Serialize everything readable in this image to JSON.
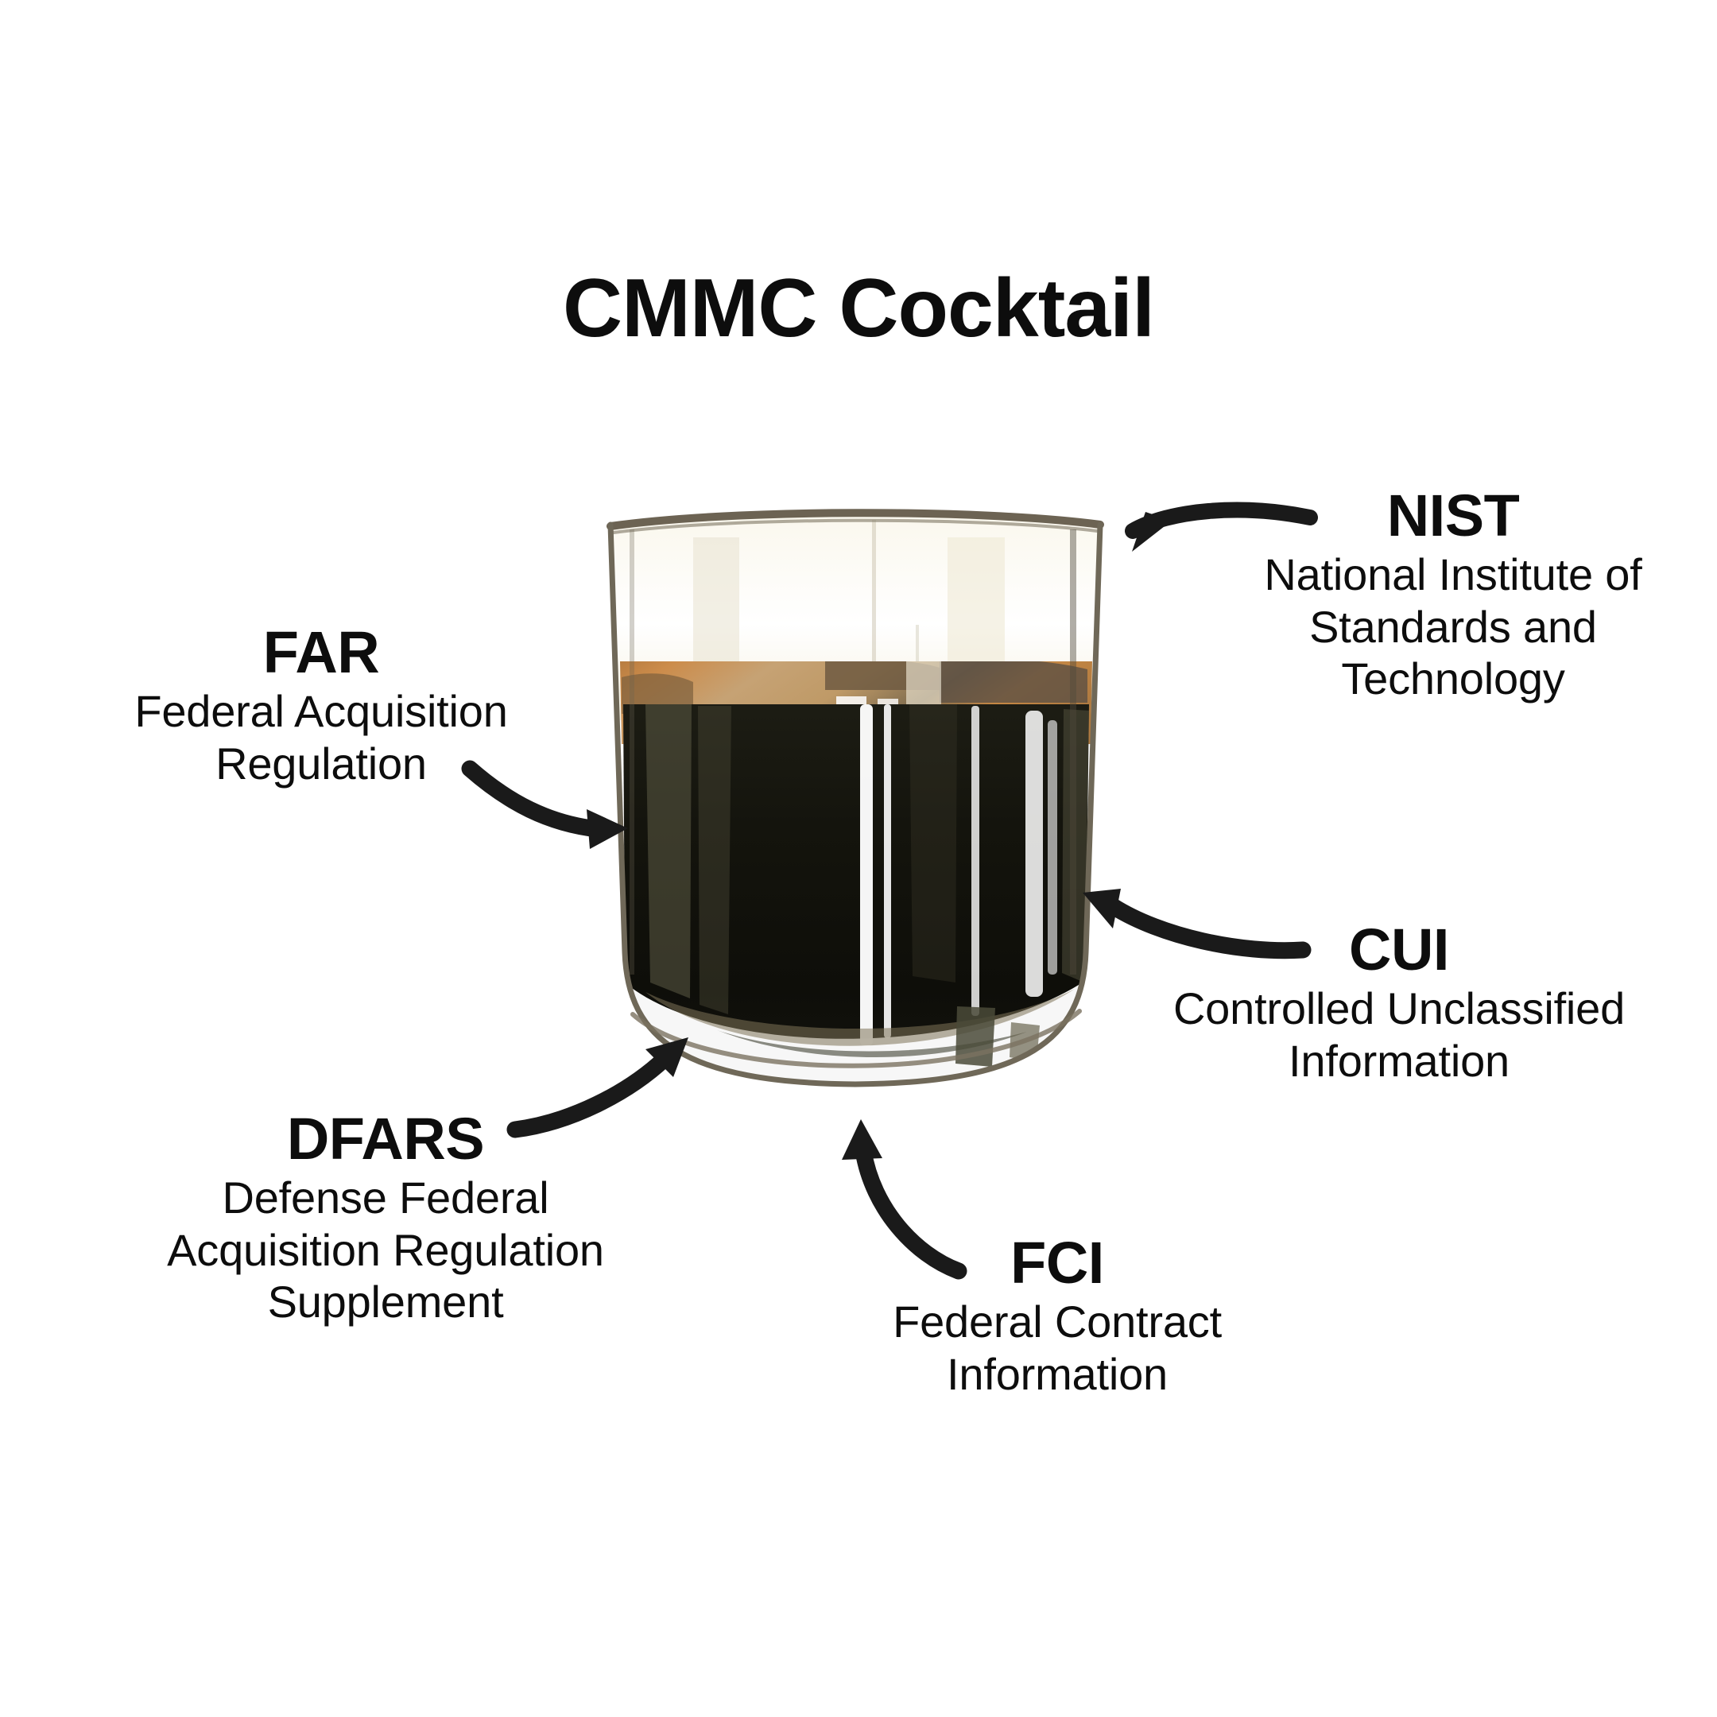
{
  "title": "CMMC Cocktail",
  "illustration": {
    "name": "cocktail-glass-watercolor",
    "description": "Watercolor tumbler glass filled with dark liquid and an amber crema layer",
    "colors": {
      "liquid_dark": "#15150f",
      "liquid_dark_alt": "#2a2a1e",
      "crema_amber": "#c98442",
      "crema_tan": "#c9a472",
      "crema_shadow": "#6d5a43",
      "glass_outline": "#6b6455",
      "glass_tint": "#f2efe3",
      "highlight": "#ffffff"
    }
  },
  "callouts": [
    {
      "id": "nist",
      "abbr": "NIST",
      "expansion": "National Institute of Standards and Technology",
      "arrow": "curved-arrow-left"
    },
    {
      "id": "far",
      "abbr": "FAR",
      "expansion": "Federal Acquisition Regulation",
      "arrow": "curved-arrow-right"
    },
    {
      "id": "cui",
      "abbr": "CUI",
      "expansion": "Controlled Unclassified Information",
      "arrow": "curved-arrow-upleft"
    },
    {
      "id": "dfars",
      "abbr": "DFARS",
      "expansion": "Defense Federal Acquisition Regulation Supplement",
      "arrow": "curved-arrow-upright"
    },
    {
      "id": "fci",
      "abbr": "FCI",
      "expansion": "Federal Contract Information",
      "arrow": "curved-arrow-up"
    }
  ],
  "arrow_color": "#1a1a1a",
  "background_color": "#ffffff"
}
